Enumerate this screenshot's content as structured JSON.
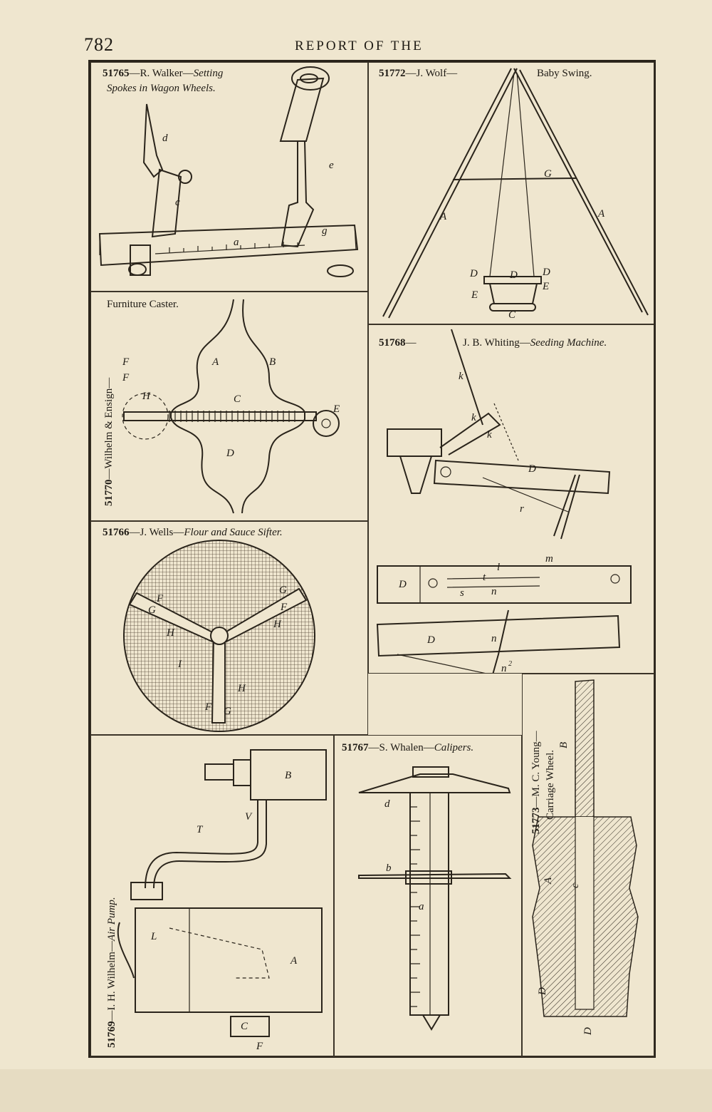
{
  "header": {
    "page_number": "782",
    "running_head": "REPORT OF THE"
  },
  "panels": {
    "walker": {
      "number": "51765",
      "sep1": "—R. Walker—",
      "title_a": "Setting",
      "title_b": "Spokes in Wagon Wheels.",
      "labels": {
        "d": "d",
        "c": "c",
        "e": "e",
        "g": "g",
        "a": "a"
      }
    },
    "wolf": {
      "number": "51772",
      "sep1": "—J. Wolf—",
      "title": "Baby Swing.",
      "labels": {
        "G": "G",
        "A": "A",
        "D": "D",
        "E": "E",
        "C": "C"
      }
    },
    "caster": {
      "title": "Furniture Caster.",
      "number": "51770",
      "inventor": "—Wilhelm & Ensign—",
      "labels": {
        "A": "A",
        "B": "B",
        "C": "C",
        "D": "D",
        "E": "E",
        "F": "F",
        "H": "H"
      }
    },
    "whiting": {
      "number": "51768",
      "sep1": "—",
      "inventor": "J. B. Whiting—",
      "title": "Seeding Machine.",
      "labels": {
        "k": "k",
        "D": "D",
        "r": "r",
        "m": "m",
        "l": "l",
        "t": "t",
        "s": "s",
        "n": "n",
        "n2": "n",
        "sup2": "2"
      }
    },
    "wells": {
      "number": "51766",
      "sep1": "—J. Wells—",
      "title": "Flour and Sauce Sifter.",
      "labels": {
        "F": "F",
        "G": "G",
        "H": "H",
        "I": "I"
      }
    },
    "wilhelm": {
      "number": "51769",
      "inventor": "—I. H. Wilhelm—",
      "title": "Air Pump.",
      "labels": {
        "B": "B",
        "T": "T",
        "V": "V",
        "L": "L",
        "A": "A",
        "C": "C",
        "F": "F"
      }
    },
    "whalen": {
      "number": "51767",
      "sep1": "—S. Whalen—",
      "title": "Calipers.",
      "labels": {
        "d": "d",
        "b": "b",
        "a": "a"
      }
    },
    "young": {
      "number": "51773",
      "inventor": "—M. C. Young—",
      "title": "Carriage Wheel.",
      "labels": {
        "B": "B",
        "A": "A",
        "c": "c",
        "D": "D"
      }
    }
  }
}
